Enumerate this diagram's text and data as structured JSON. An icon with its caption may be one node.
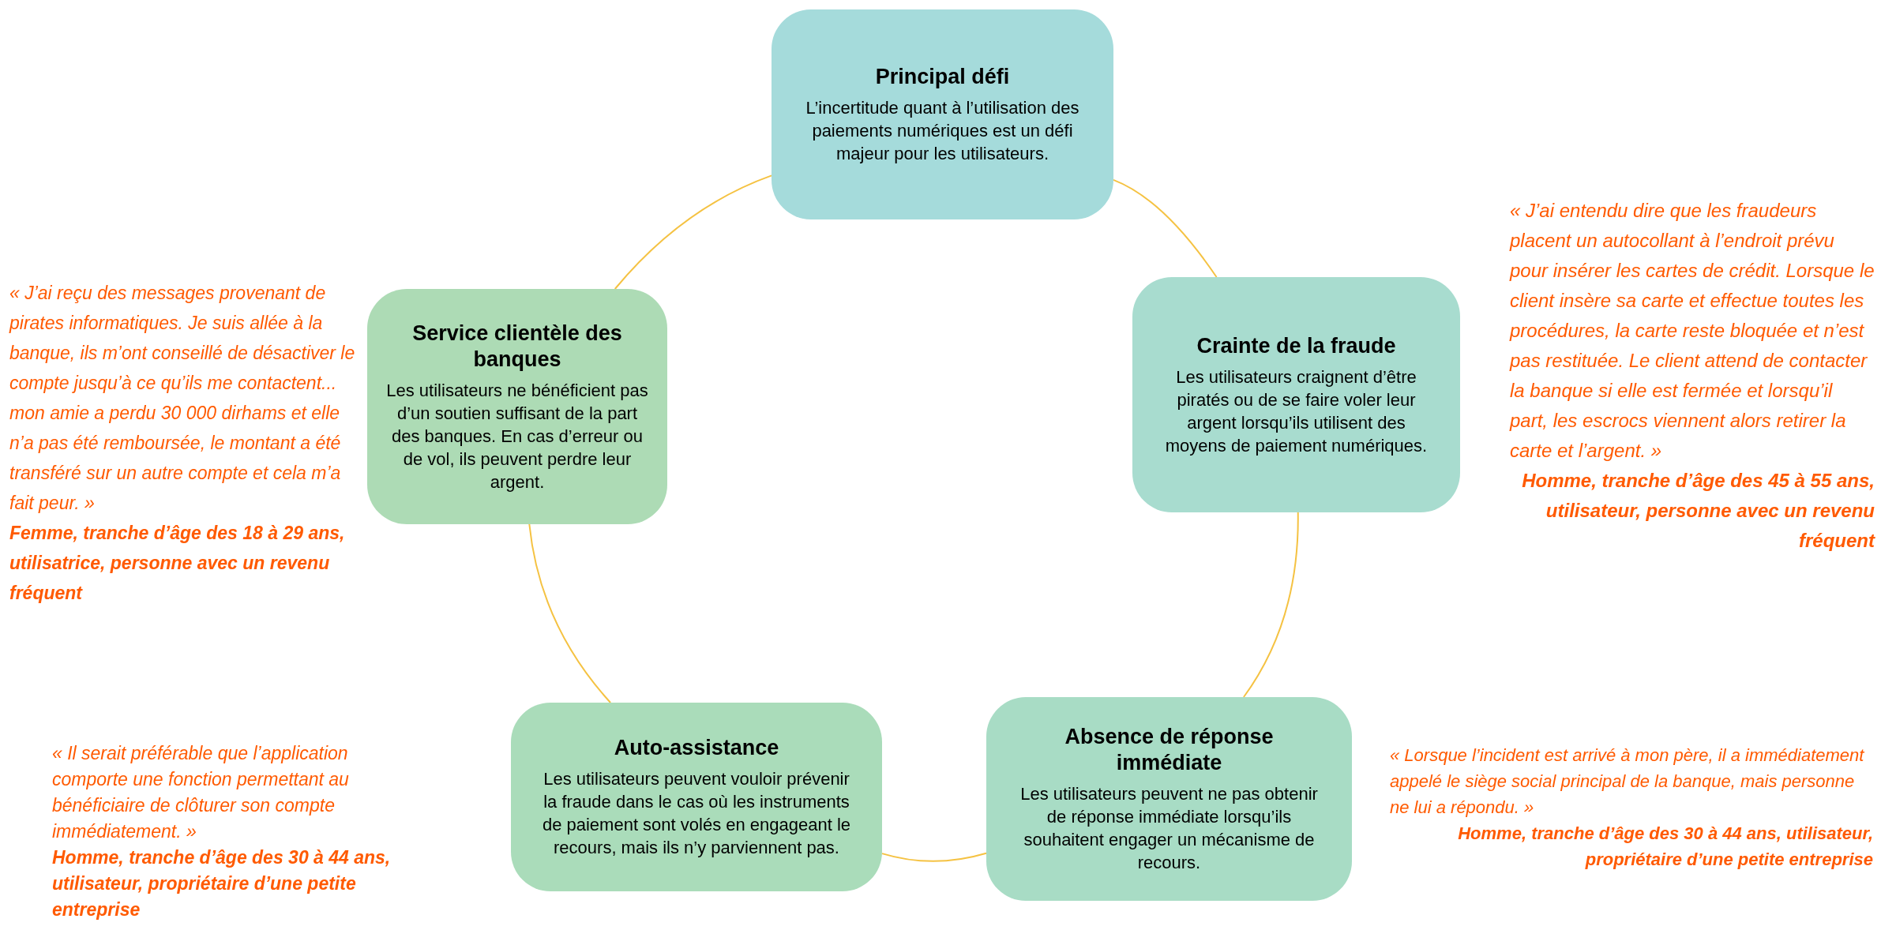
{
  "diagram": {
    "nodes": [
      {
        "text": [
          "Principal défi",
          "L’incertitude quant à l’utilisation des paiements numériques est un défi majeur pour les utilisateurs."
        ]
      },
      {
        "text": [
          "Service clientèle des banques",
          "Les utilisateurs ne bénéficient pas d’un soutien suffisant de la part des banques. En cas d’erreur ou de vol, ils peuvent perdre leur argent."
        ],
        "beside": [
          "« J’ai reçu des messages provenant de pirates informatiques. Je suis allée à la banque, ils m’ont conseillé de désactiver le compte jusqu’à ce qu’ils me contactent... mon amie a perdu 30 000 dirhams et elle n’a pas été remboursée, le montant a été transféré sur un autre compte et cela m’a fait peur. »",
          "Femme, tranche d’âge des 18 à 29 ans, utilisatrice, personne avec un revenu fréquent"
        ]
      },
      {
        "text": [
          "Crainte de la fraude",
          "Les utilisateurs craignent d’être piratés ou de se faire voler leur argent lorsqu’ils utilisent des moyens de paiement numériques."
        ],
        "beside": [
          "« J’ai entendu dire que les fraudeurs placent un autocollant à l’endroit prévu pour insérer les cartes de crédit. Lorsque le client insère sa carte et effectue toutes les procédures, la carte reste bloquée et n’est pas restituée. Le client attend de contacter la banque si elle est fermée et lorsqu’il part, les escrocs viennent alors retirer la carte et l’argent. »",
          "Homme, tranche d’âge des 45 à 55 ans, utilisateur, personne avec un revenu fréquent"
        ]
      },
      {
        "text": [
          "Auto-assistance",
          "Les utilisateurs peuvent vouloir prévenir la fraude dans le cas où les instruments de paiement sont volés en engageant le recours, mais ils n’y parviennent pas."
        ],
        "beside": [
          "« Il serait préférable que l’application comporte une fonction permettant au bénéficiaire de clôturer son compte immédiatement. »",
          "Homme, tranche d’âge des 30 à 44 ans, utilisateur, propriétaire d’une petite entreprise"
        ]
      },
      {
        "text": [
          "Absence de réponse immédiate",
          "Les utilisateurs peuvent ne pas obtenir de réponse immédiate lorsqu’ils souhaitent engager un mécanisme de recours."
        ],
        "beside": [
          "« Lorsque l’incident est arrivé à mon père, il a immédiatement appelé le siège social principal de la banque, mais personne ne lui a répondu. »",
          "Homme, tranche d’âge des 30 à 44 ans, utilisateur, propriétaire d’une petite entreprise"
        ]
      }
    ],
    "edges": [
      {
        "from": 0,
        "to": 2,
        "arrow": "none"
      },
      {
        "from": 2,
        "to": 4,
        "arrow": "none"
      },
      {
        "from": 4,
        "to": 3,
        "arrow": "none"
      },
      {
        "from": 3,
        "to": 1,
        "arrow": "none"
      },
      {
        "from": 1,
        "to": 0,
        "arrow": "none"
      }
    ]
  }
}
